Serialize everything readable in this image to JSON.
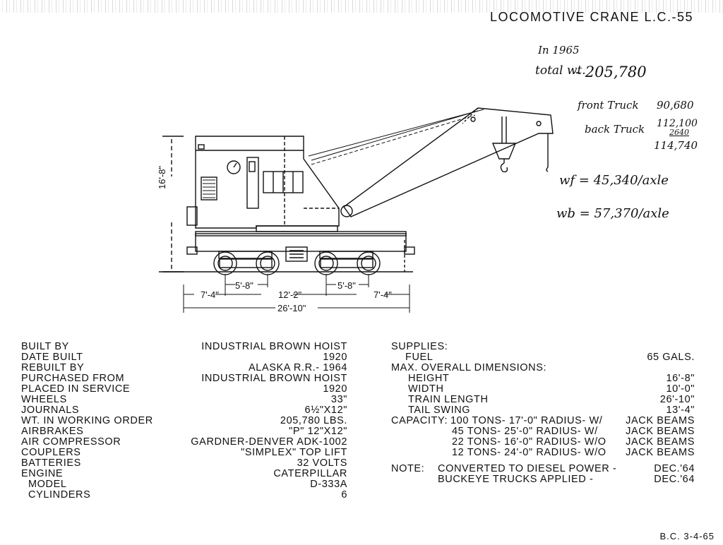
{
  "title": "LOCOMOTIVE CRANE L.C.-55",
  "handwritten": {
    "in_1965": "In 1965",
    "total_wt_label": "total wt.",
    "total_wt": "- 205,780",
    "front_truck_label": "front Truck",
    "front_truck_value": "90,680",
    "back_truck_label": "back Truck",
    "back_truck_value": "112,100",
    "back_truck_add": "2640",
    "back_truck_total": "114,740",
    "wf": "wf = 45,340/axle",
    "wb": "wb = 57,370/axle"
  },
  "dimensions": {
    "height": "16'-8\"",
    "truck_wheelbase_left": "5'-8\"",
    "truck_wheelbase_right": "5'-8\"",
    "left_overhang": "7'-4\"",
    "truck_centers": "12'-2\"",
    "right_overhang": "7'-4\"",
    "overall_length": "26'-10\""
  },
  "specs_left": [
    {
      "label": "BUILT BY",
      "value": "INDUSTRIAL BROWN HOIST"
    },
    {
      "label": "DATE BUILT",
      "value": "1920"
    },
    {
      "label": "REBUILT BY",
      "value": "ALASKA R.R.- 1964"
    },
    {
      "label": "PURCHASED FROM",
      "value": "INDUSTRIAL BROWN HOIST"
    },
    {
      "label": "PLACED IN SERVICE",
      "value": "1920"
    },
    {
      "label": "WHEELS",
      "value": "33\""
    },
    {
      "label": "JOURNALS",
      "value": "6½\"X12\""
    },
    {
      "label": "WT. IN WORKING ORDER",
      "value": "205,780 LBS."
    },
    {
      "label": "AIRBRAKES",
      "value": "\"P\" 12\"X12\""
    },
    {
      "label": "AIR COMPRESSOR",
      "value": "GARDNER-DENVER ADK-1002"
    },
    {
      "label": "COUPLERS",
      "value": "\"SIMPLEX\" TOP LIFT"
    },
    {
      "label": "BATTERIES",
      "value": "32 VOLTS"
    },
    {
      "label": "ENGINE",
      "value": "CATERPILLAR"
    },
    {
      "label": "MODEL",
      "value": "D-333A"
    },
    {
      "label": "CYLINDERS",
      "value": "6"
    }
  ],
  "specs_right": [
    {
      "label": "SUPPLIES:",
      "value": ""
    },
    {
      "label": "FUEL",
      "value": "65 GALS."
    },
    {
      "label": "MAX. OVERALL DIMENSIONS:",
      "value": ""
    },
    {
      "label": "HEIGHT",
      "value": "16'-8\""
    },
    {
      "label": "WIDTH",
      "value": "10'-0\""
    },
    {
      "label": "TRAIN LENGTH",
      "value": "26'-10\""
    },
    {
      "label": "TAIL SWING",
      "value": "13'-4\""
    }
  ],
  "capacity_label": "CAPACITY:",
  "capacity": [
    {
      "load": "100 TONS- 17'-0\" RADIUS- W/",
      "beams": "JACK BEAMS"
    },
    {
      "load": "45 TONS- 25'-0\" RADIUS- W/",
      "beams": "JACK BEAMS"
    },
    {
      "load": "22 TONS- 16'-0\" RADIUS- W/O",
      "beams": "JACK BEAMS"
    },
    {
      "load": "12 TONS- 24'-0\" RADIUS- W/O",
      "beams": "JACK BEAMS"
    }
  ],
  "note_label": "NOTE:",
  "notes": [
    {
      "text": "CONVERTED TO DIESEL POWER -",
      "date": "DEC.'64"
    },
    {
      "text": "BUCKEYE TRUCKS APPLIED -",
      "date": "DEC.'64"
    }
  ],
  "footer": "B.C. 3-4-65"
}
